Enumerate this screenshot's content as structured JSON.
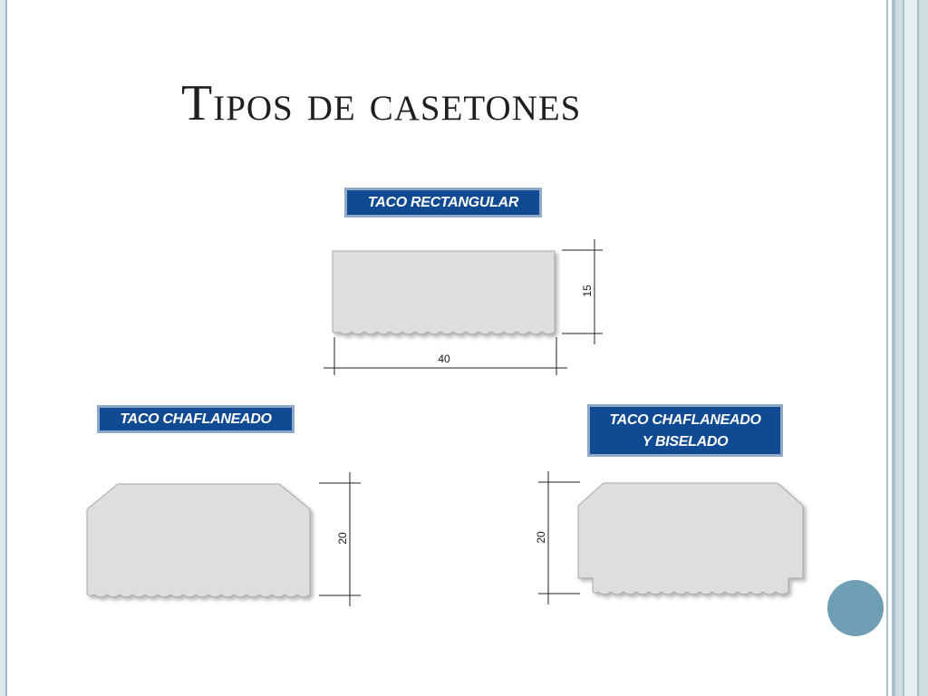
{
  "slide": {
    "title": "Tipos de casetones"
  },
  "labels": {
    "rectangular": "TACO RECTANGULAR",
    "chaflaneado": "TACO CHAFLANEADO",
    "biselado": "TACO CHAFLANEADO\nY BISELADO"
  },
  "dimensions": {
    "rect_width": "40",
    "rect_height": "15",
    "chaf_height": "20",
    "bisel_height": "20"
  },
  "colors": {
    "label_bg": "#0f4a93",
    "block_fill": "#dedede",
    "accent_dot": "#6f9fb5"
  }
}
